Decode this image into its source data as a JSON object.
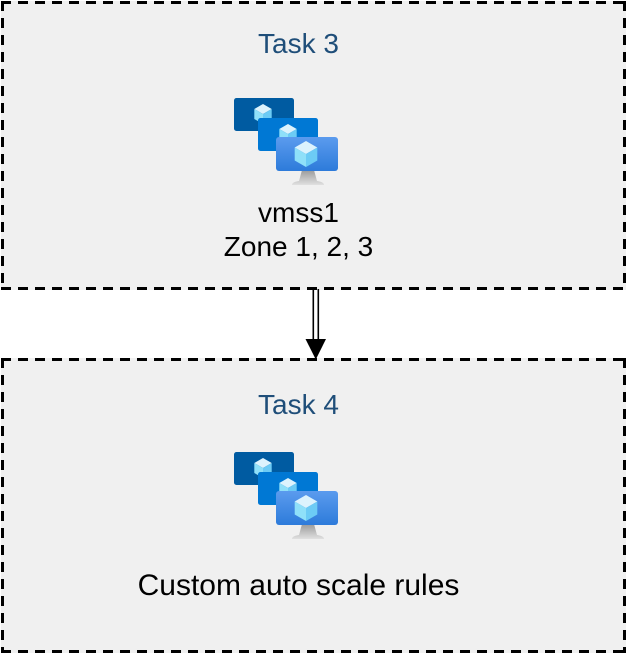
{
  "colors": {
    "page-bg": "#FFFFFF",
    "box-bg": "#F0F0F0",
    "box-border": "#000000",
    "title": "#1F4E79",
    "text": "#000000",
    "arrow": "#000000",
    "monitor-dark": "#005BA1",
    "monitor-mid": "#0078D4",
    "monitor-front-top": "#5B9BEE",
    "monitor-front-bottom": "#2D7BDA",
    "cube-top": "#DCF3FD",
    "cube-left": "#8FE0F9",
    "cube-right": "#6CCBF5",
    "stand-top": "#9A9A9A",
    "stand-bottom": "#E0E0E0"
  },
  "boxes": [
    {
      "title": "Task 3",
      "icon": "vm-scale-sets-icon",
      "labels": [
        "vmss1",
        "Zone 1, 2, 3"
      ]
    },
    {
      "title": "Task 4",
      "icon": "vm-scale-sets-icon",
      "labels": [
        "Custom auto scale rules"
      ]
    }
  ],
  "connector": {
    "type": "double-line-arrow",
    "direction": "down"
  }
}
